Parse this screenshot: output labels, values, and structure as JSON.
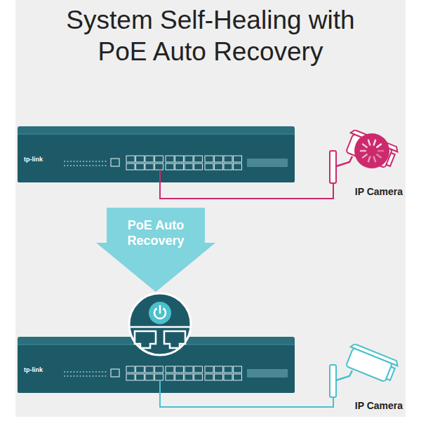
{
  "diagram": {
    "title": "System Self-Healing with PoE Auto Recovery",
    "nodes": [
      {
        "text": [
          "IP Camera"
        ]
      },
      {
        "text": [
          "PoE Auto Recovery"
        ]
      },
      {
        "text": [
          "IP Camera"
        ]
      }
    ],
    "labels": [
      "tp-link",
      "tp-link"
    ]
  }
}
